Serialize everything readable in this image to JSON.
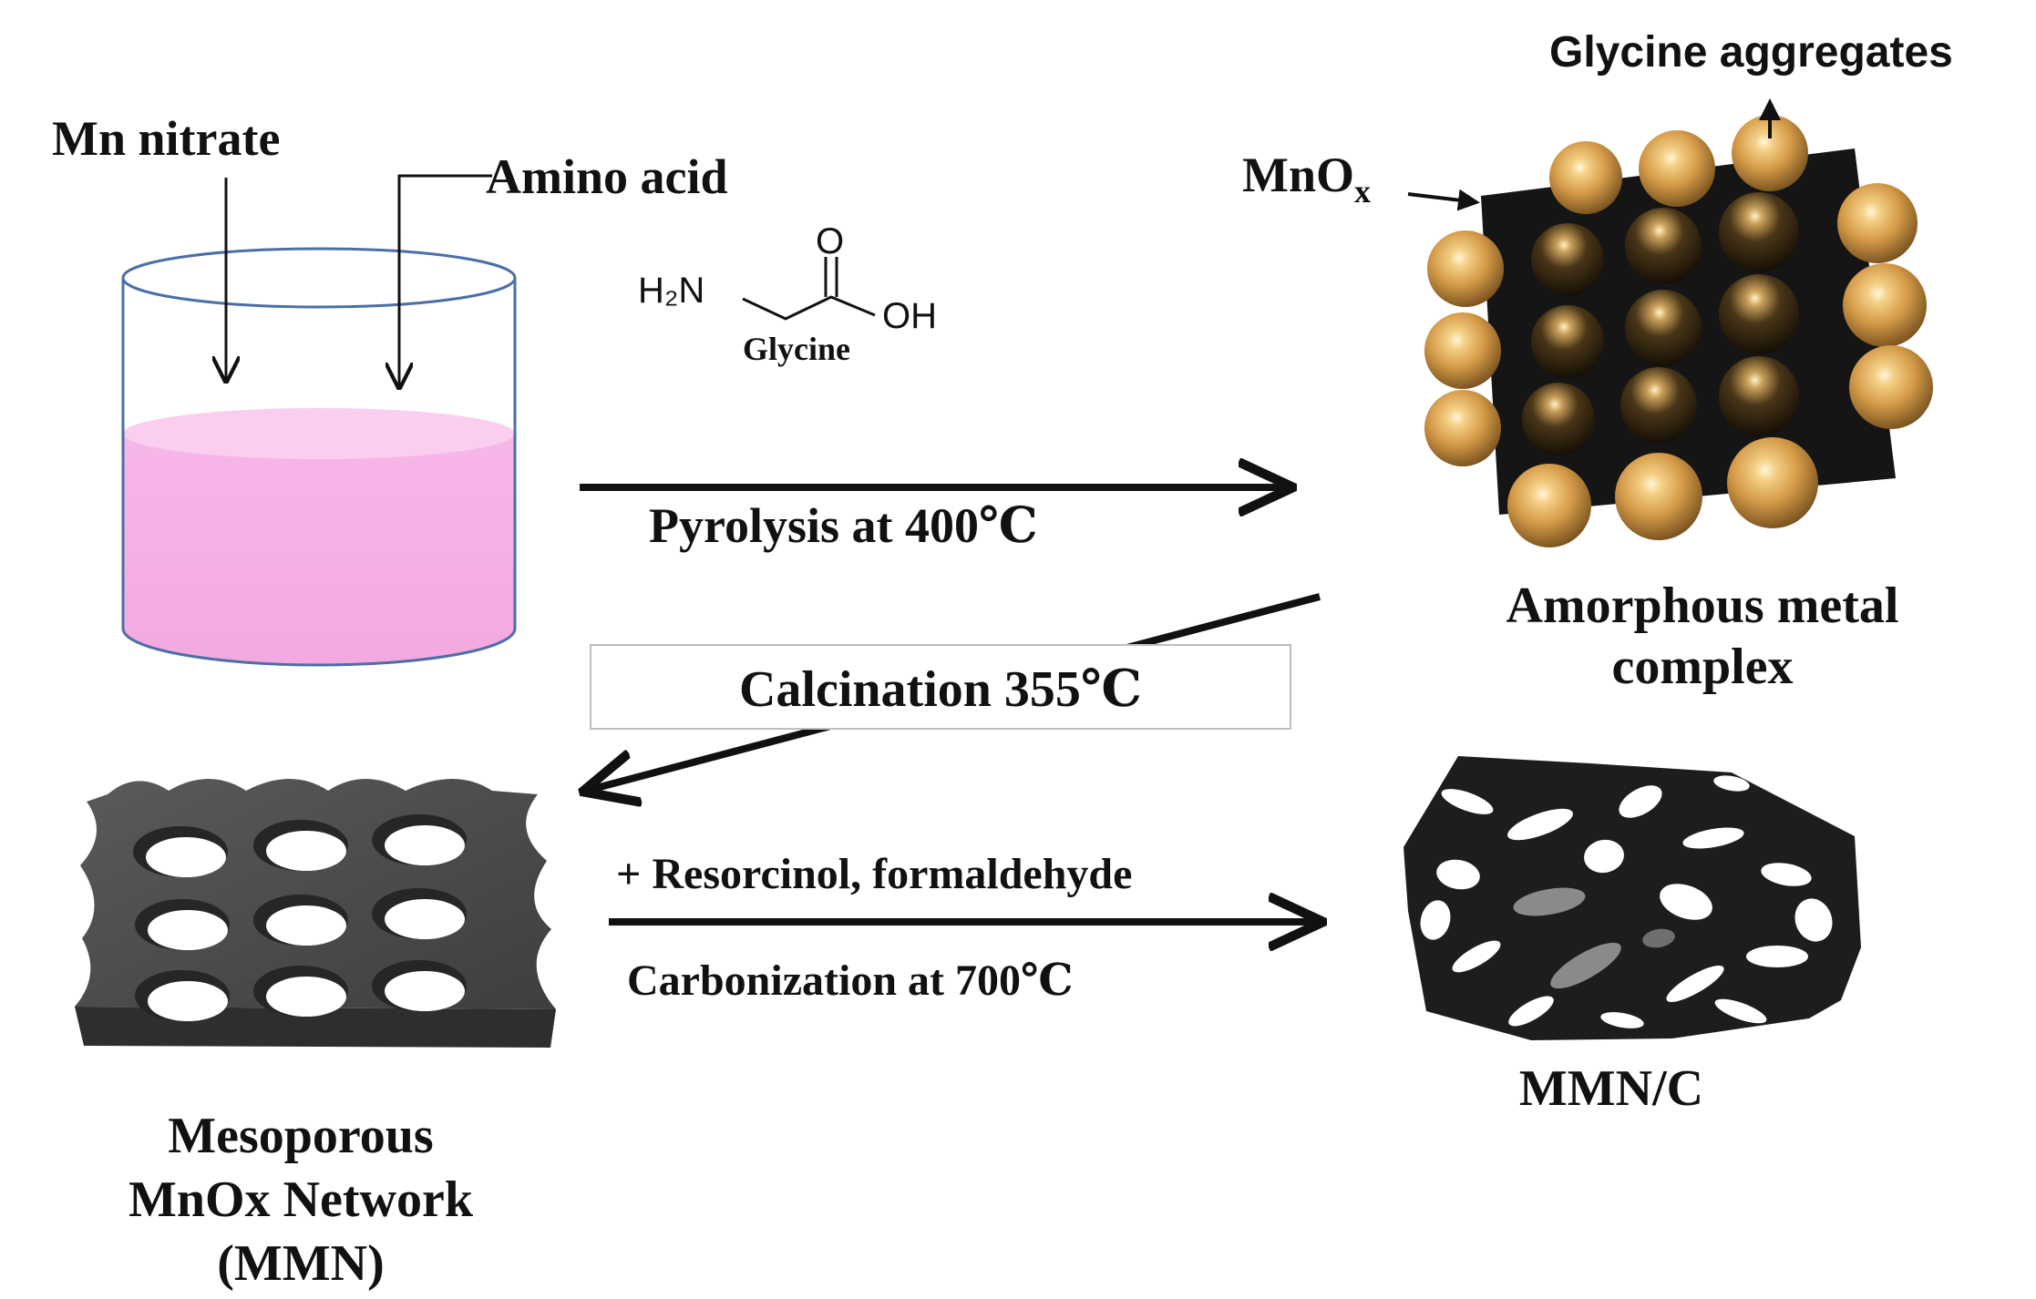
{
  "reagents": {
    "mn_nitrate": "Mn nitrate",
    "amino_acid": "Amino acid"
  },
  "glycine": {
    "amine": "H₂N",
    "carbonyl_o": "O",
    "hydroxyl": "OH",
    "name": "Glycine"
  },
  "steps": {
    "pyrolysis": "Pyrolysis at 400℃",
    "calcination": "Calcination 355℃",
    "reagent_addition": "+ Resorcinol, formaldehyde",
    "carbonization": "Carbonization at 700℃"
  },
  "complex": {
    "glycine_aggregates": "Glycine aggregates",
    "mnox_label": "MnO",
    "mnox_sub": "x",
    "title_line1": "Amorphous metal",
    "title_line2": "complex"
  },
  "mmn": {
    "line1": "Mesoporous",
    "line2": "MnOx Network",
    "line3": "(MMN)"
  },
  "composite": {
    "label": "MMN/C"
  },
  "colors": {
    "solution": "#f5b6e6",
    "beaker_outline": "#4a6fa5",
    "sphere": "#d9a355",
    "sheet": "#151515",
    "network": "#4c4c4c"
  }
}
